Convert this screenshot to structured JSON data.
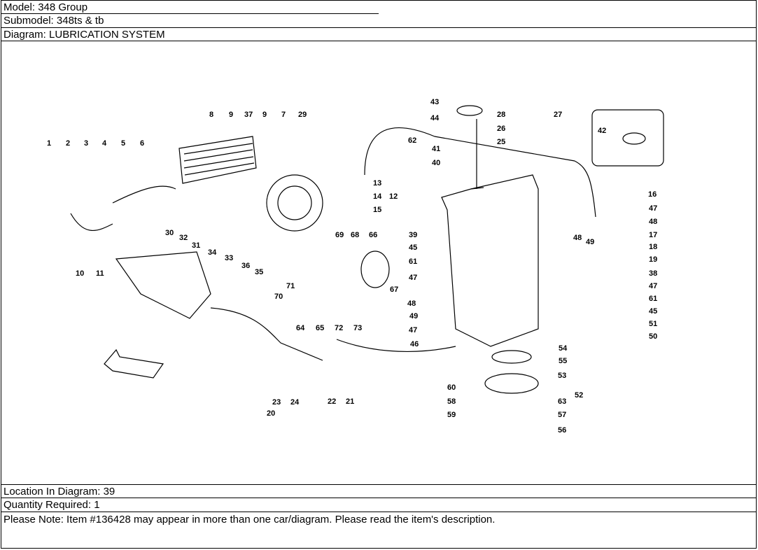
{
  "header": {
    "model": "Model: 348 Group",
    "submodel": "Submodel: 348ts & tb",
    "diagram": "Diagram: LUBRICATION SYSTEM"
  },
  "footer": {
    "location": "Location In Diagram: 39",
    "quantity": "Quantity Required: 1",
    "note": "Please Note: Item #136428 may appear in more than one car/diagram. Please read the item's description."
  },
  "callouts": [
    "1",
    "2",
    "3",
    "4",
    "5",
    "6",
    "7",
    "8",
    "9",
    "9",
    "37",
    "29",
    "10",
    "11",
    "12",
    "13",
    "14",
    "15",
    "16",
    "17",
    "18",
    "19",
    "20",
    "21",
    "22",
    "23",
    "24",
    "25",
    "26",
    "27",
    "28",
    "30",
    "31",
    "32",
    "33",
    "34",
    "35",
    "36",
    "38",
    "39",
    "40",
    "41",
    "42",
    "43",
    "44",
    "45",
    "45",
    "46",
    "47",
    "47",
    "47",
    "47",
    "48",
    "48",
    "48",
    "49",
    "49",
    "50",
    "51",
    "52",
    "53",
    "54",
    "55",
    "56",
    "57",
    "58",
    "59",
    "60",
    "61",
    "61",
    "62",
    "63",
    "64",
    "65",
    "66",
    "67",
    "68",
    "69",
    "70",
    "71",
    "72",
    "73"
  ]
}
